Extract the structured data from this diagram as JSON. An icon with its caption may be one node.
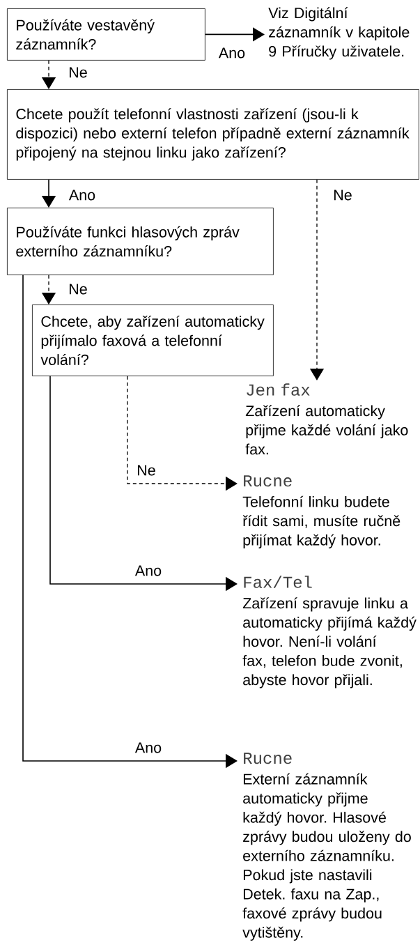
{
  "diagram": {
    "nodes": [
      {
        "text": [
          "Používáte vestavěný záznamník?"
        ]
      },
      {
        "text": [
          "Viz Digitální záznamník v kapitole 9 Příručky uživatele."
        ]
      },
      {
        "text": [
          "Chcete použít telefonní vlastnosti zařízení (jsou-li k dispozici) nebo externí telefon případně externí záznamník připojený na stejnou linku jako zařízení?"
        ]
      },
      {
        "text": [
          "Používáte funkci hlasových zpráv externího záznamníku?"
        ]
      },
      {
        "text": [
          "Chcete, aby zařízení automaticky přijímalo faxová a telefonní volání?"
        ]
      },
      {
        "text": [
          "Jen fax",
          "Zařízení automaticky přijme každé volání jako fax."
        ]
      },
      {
        "text": [
          "Rucne",
          "Telefonní linku budete řídit sami, musíte ručně přijímat každý hovor."
        ]
      },
      {
        "text": [
          "Fax/Tel",
          "Zařízení spravuje linku a automaticky přijímá každý hovor. Není-li volání fax, telefon bude zvonit, abyste hovor přijali."
        ]
      },
      {
        "text": [
          "Rucne",
          "Externí záznamník automaticky přijme každý hovor. Hlasové zprávy budou uloženy do externího záznamníku. Pokud jste nastavili Detek. faxu na Zap., faxové zprávy budou vytištěny."
        ]
      }
    ],
    "edges": [
      {
        "from": 0,
        "to": 1,
        "arrow": "to",
        "label": "Ano"
      },
      {
        "from": 0,
        "to": 2,
        "arrow": "to",
        "label": "Ne",
        "style": "dashed"
      },
      {
        "from": 2,
        "to": 3,
        "arrow": "to",
        "label": "Ano"
      },
      {
        "from": 2,
        "to": 5,
        "arrow": "to",
        "label": "Ne",
        "style": "dashed"
      },
      {
        "from": 3,
        "to": 4,
        "arrow": "to",
        "label": "Ne",
        "style": "dashed"
      },
      {
        "from": 4,
        "to": 6,
        "arrow": "to",
        "label": "Ne",
        "style": "dashed"
      },
      {
        "from": 4,
        "to": 7,
        "arrow": "to",
        "label": "Ano"
      },
      {
        "from": 3,
        "to": 8,
        "arrow": "to",
        "label": "Ano"
      }
    ]
  }
}
